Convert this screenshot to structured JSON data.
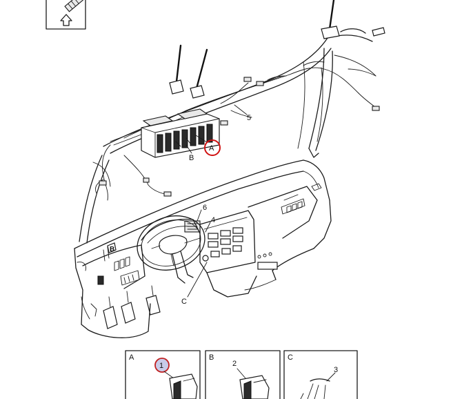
{
  "labels": {
    "callout_a": "A",
    "b": "B",
    "c": "C",
    "n4": "4",
    "n5": "5",
    "n6": "6"
  },
  "details": [
    {
      "letter": "A",
      "number": "1"
    },
    {
      "letter": "B",
      "number": "2"
    },
    {
      "letter": "C",
      "number": "3"
    }
  ],
  "colors": {
    "highlight": "#d01010",
    "marker_fill": "#c8cbe8"
  }
}
